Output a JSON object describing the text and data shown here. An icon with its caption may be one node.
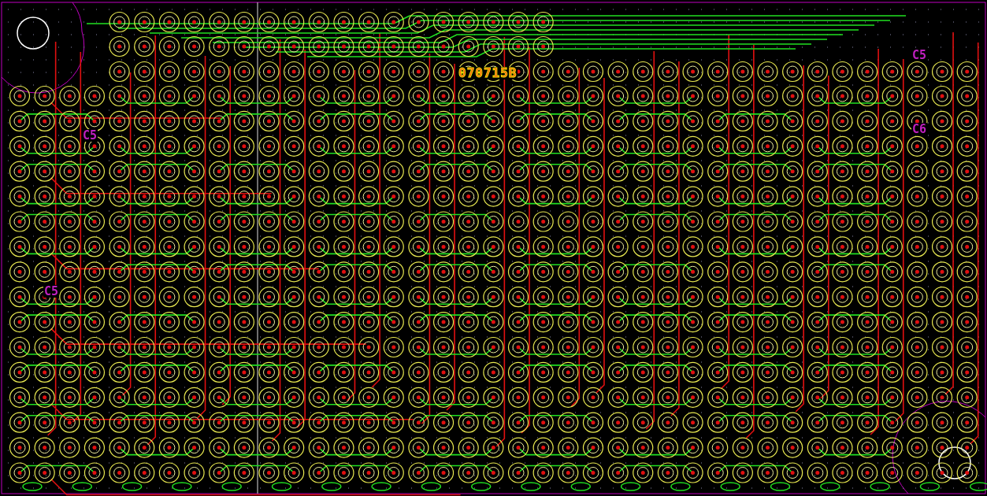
{
  "diagram": {
    "labels": [
      "C5",
      "070715B",
      "C6",
      "C5",
      "C5"
    ]
  }
}
